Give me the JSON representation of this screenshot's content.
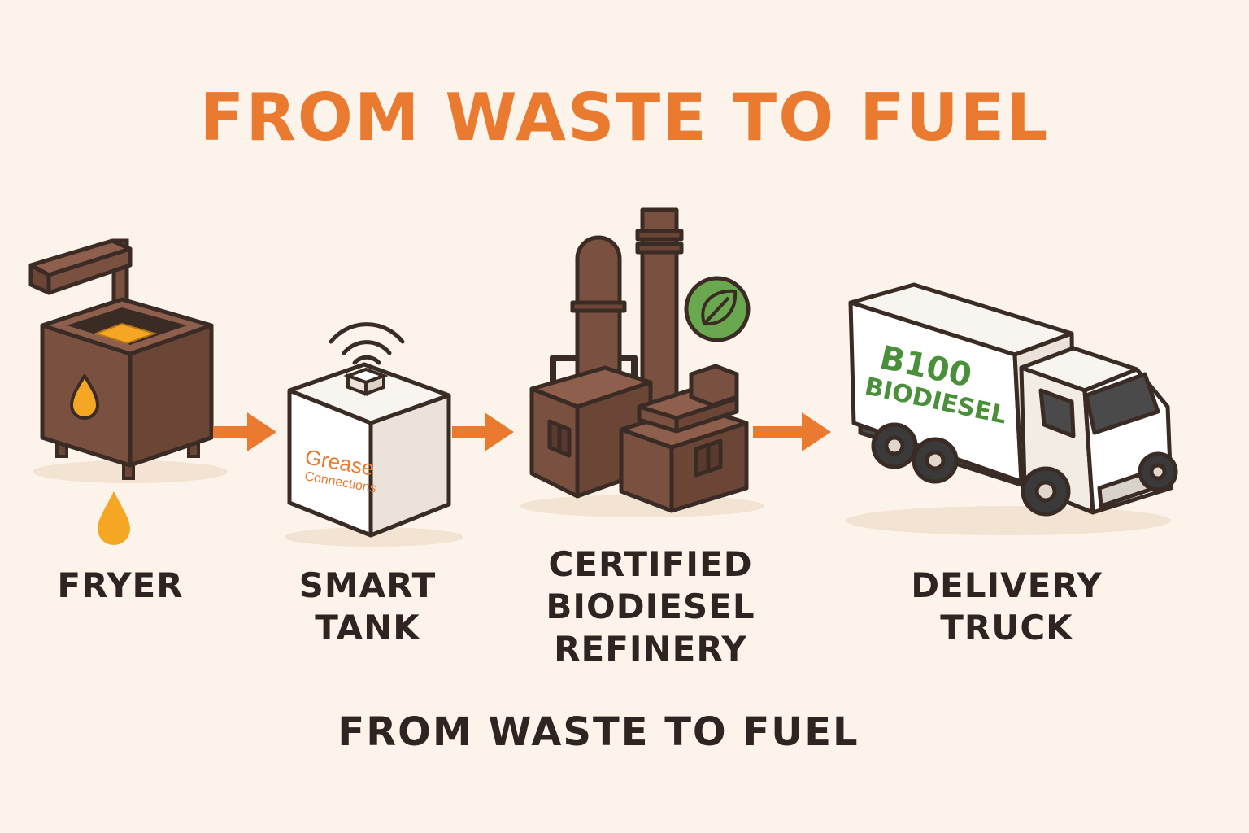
{
  "title": "FROM WASTE TO FUEL",
  "footer": "FROM WASTE TO FUEL",
  "steps": [
    {
      "label": "FRYER"
    },
    {
      "label": "SMART\nTANK"
    },
    {
      "label": "CERTIFIED\nBIODIESEL\nREFINERY"
    },
    {
      "label": "DELIVERY\nTRUCK"
    }
  ],
  "tank": {
    "brand_line1": "Grease",
    "brand_line2": "Connections"
  },
  "truck": {
    "text_line1": "B100",
    "text_line2": "BIODIESEL"
  },
  "colors": {
    "accent": "#ea7a2f",
    "brown": "#7a5141",
    "outline": "#3a2b25",
    "oil": "#f5a623",
    "leaf_green": "#6aa84f",
    "truck_text_green": "#4a8f3a",
    "background": "#fcf3ea"
  },
  "icons": [
    "fryer-icon",
    "oil-drop-icon",
    "smart-tank-icon",
    "wifi-signal-icon",
    "refinery-icon",
    "leaf-icon",
    "delivery-truck-icon",
    "arrow-icon"
  ]
}
